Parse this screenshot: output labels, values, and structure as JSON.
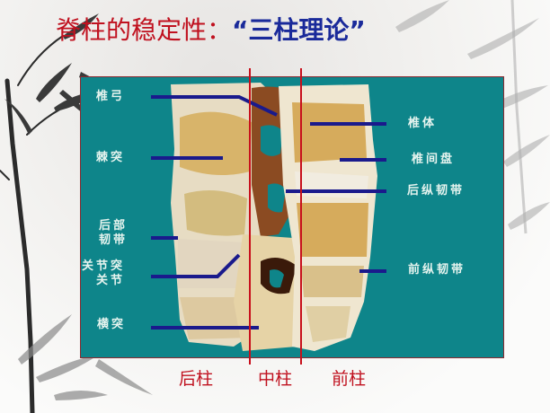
{
  "slide": {
    "title_main": "脊柱的稳定性：",
    "title_highlight": "“三柱理论”",
    "colors": {
      "title_red": "#c0111f",
      "title_blue": "#1a2a9a",
      "panel_teal": "#0e858a",
      "column_line": "#c8101c",
      "pointer_line": "#1a1a8c",
      "label_text": "#e6f4ef"
    }
  },
  "figure": {
    "left_labels": [
      {
        "id": "vertebral-arch",
        "text": "椎弓"
      },
      {
        "id": "spinous-process",
        "text": "棘突"
      },
      {
        "id": "posterior-ligament-line1",
        "text": "后部"
      },
      {
        "id": "posterior-ligament-line2",
        "text": "韧带"
      },
      {
        "id": "facet-joint-line1",
        "text": "关节突"
      },
      {
        "id": "facet-joint-line2",
        "text": "关节"
      },
      {
        "id": "transverse-process",
        "text": "横突"
      }
    ],
    "right_labels": [
      {
        "id": "vertebral-body",
        "text": "椎体"
      },
      {
        "id": "intervertebral-disc",
        "text": "椎间盘"
      },
      {
        "id": "posterior-longitudinal-ligament",
        "text": "后纵韧带"
      },
      {
        "id": "anterior-longitudinal-ligament",
        "text": "前纵韧带"
      }
    ],
    "columns": [
      {
        "id": "posterior",
        "text": "后柱"
      },
      {
        "id": "middle",
        "text": "中柱"
      },
      {
        "id": "anterior",
        "text": "前柱"
      }
    ]
  }
}
